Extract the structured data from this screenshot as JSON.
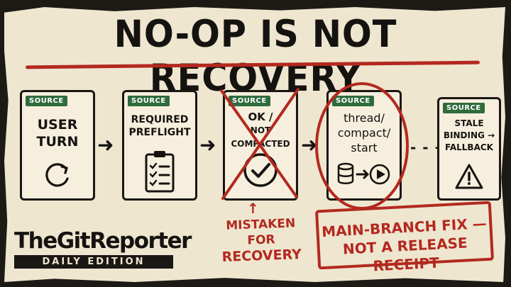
{
  "headline": "NO-OP IS NOT RECOVERY",
  "cards": [
    {
      "badge": "SOURCE",
      "title_lines": [
        "USER",
        "TURN"
      ],
      "icon": "refresh-icon"
    },
    {
      "badge": "SOURCE",
      "title_lines": [
        "REQUIRED",
        "PREFLIGHT"
      ],
      "icon": "clipboard-checklist-icon"
    },
    {
      "badge": "SOURCE",
      "title_lines": [
        "OK /",
        "NOT COMPACTED"
      ],
      "icon": "check-circle-icon",
      "crossed_out": true
    },
    {
      "badge": "SOURCE",
      "title_lines": [
        "thread/",
        "compact/",
        "start"
      ],
      "icon": "database-to-play-icon",
      "circled": true
    },
    {
      "badge": "SOURCE",
      "title_lines": [
        "STALE",
        "BINDING →",
        "FALLBACK"
      ],
      "icon": "warning-triangle-icon"
    }
  ],
  "annotation": {
    "lines": [
      "MISTAKEN FOR",
      "RECOVERY"
    ],
    "arrow": "↑"
  },
  "stamp": {
    "lines": [
      "MAIN-BRANCH FIX —",
      "NOT A RELEASE RECEIPT"
    ]
  },
  "brand": {
    "name": "TheGitReporter",
    "edition": "DAILY EDITION"
  },
  "colors": {
    "accent_red": "#b3291f",
    "badge_green": "#2f6b3d",
    "paper": "#efe6d0",
    "ink": "#151310"
  }
}
